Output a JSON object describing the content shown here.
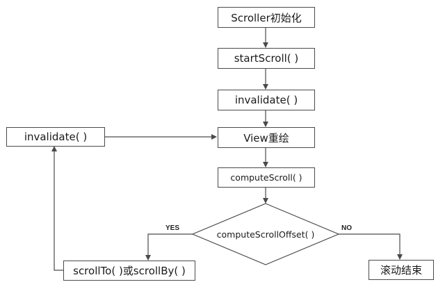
{
  "nodes": {
    "scroller_init": "Scroller初始化",
    "start_scroll": "startScroll( )",
    "invalidate_main": "invalidate( )",
    "view_redraw": "View重绘",
    "compute_scroll": "computeScroll( )",
    "compute_scroll_offset": "computeScrollOffset( )",
    "invalidate_side": "invalidate( )",
    "scroll_to_by": "scrollTo( )或scrollBy( )",
    "scroll_end": "滚动结束"
  },
  "edge_labels": {
    "yes": "YES",
    "no": "NO"
  },
  "colors": {
    "stroke": "#4a4a4a",
    "text": "#1a1a1a"
  }
}
